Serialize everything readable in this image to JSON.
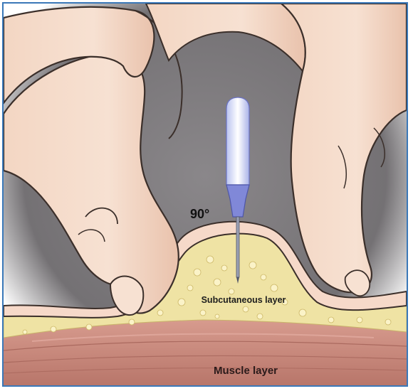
{
  "labels": {
    "angle": "90°",
    "subcutaneous": "Subcutaneous layer",
    "muscle": "Muscle layer"
  },
  "colors": {
    "frame_border": "#3a78b8",
    "background": "#7e7b7e",
    "skin": "#f6d9c9",
    "skin_outline": "#3b2f2a",
    "fat": "#efe3a4",
    "muscle": "#c98a7f",
    "syringe_barrel": "#e8eefc",
    "syringe_hub": "#7f86d6"
  }
}
